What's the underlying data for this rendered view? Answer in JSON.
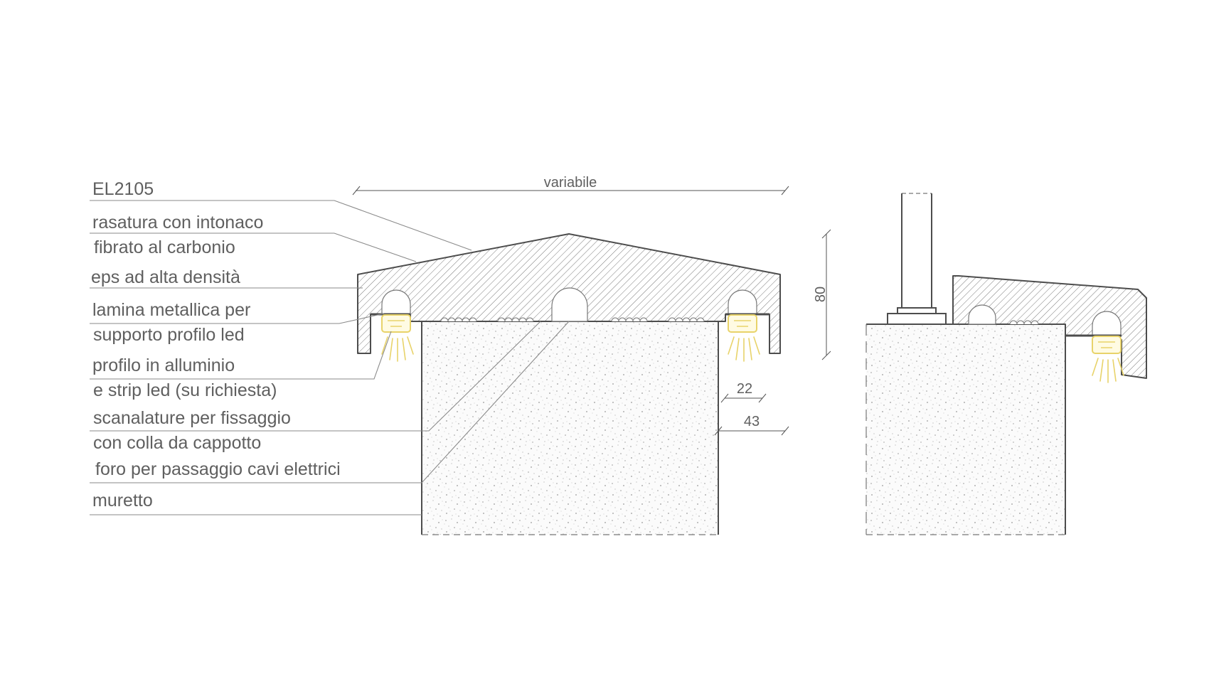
{
  "labels": {
    "code": "EL2105",
    "rasatura_1": "rasatura con intonaco",
    "rasatura_2": "fibrato al carbonio",
    "eps": "eps ad alta densità",
    "lamina_1": "lamina metallica per",
    "lamina_2": "supporto profilo led",
    "profilo_1": "profilo in alluminio",
    "profilo_2": "e strip led (su richiesta)",
    "scanalature_1": "scanalature per fissaggio",
    "scanalature_2": "con colla da cappotto",
    "foro": "foro per passaggio cavi elettrici",
    "muretto": "muretto"
  },
  "dimensions": {
    "width": "variabile",
    "height": "80",
    "overhang_inner": "22",
    "overhang_outer": "43"
  },
  "colors": {
    "line": "#4d4d4d",
    "text": "#5f5f5f",
    "led": "#e8d36a"
  }
}
